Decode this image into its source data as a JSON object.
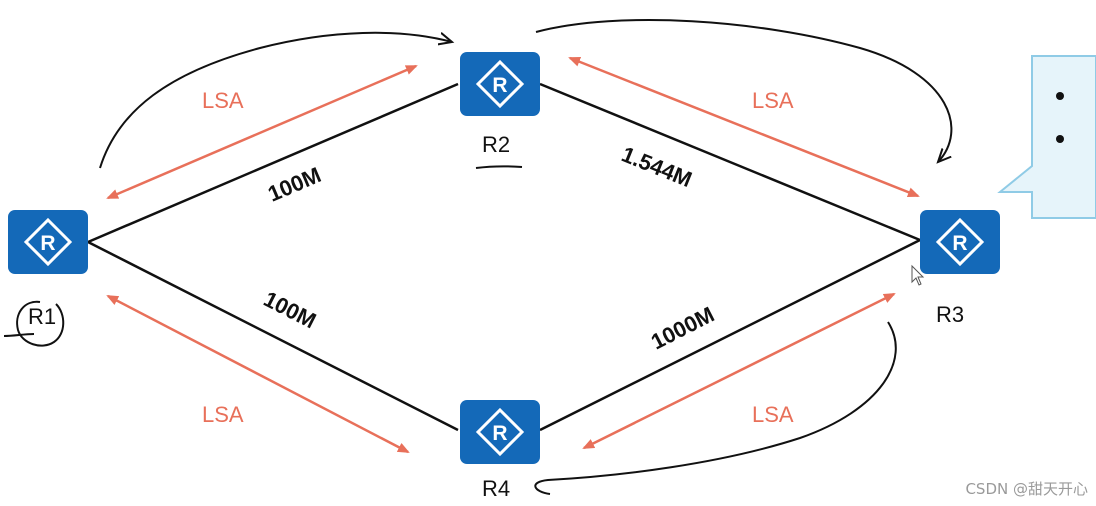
{
  "routers": {
    "r1": {
      "label": "R1"
    },
    "r2": {
      "label": "R2"
    },
    "r3": {
      "label": "R3"
    },
    "r4": {
      "label": "R4"
    }
  },
  "links": {
    "r1_r2": "100M",
    "r2_r3": "1.544M",
    "r1_r4": "100M",
    "r4_r3": "1000M"
  },
  "lsa": {
    "top_left": "LSA",
    "top_right": "LSA",
    "bottom_left": "LSA",
    "bottom_right": "LSA"
  },
  "watermark": "CSDN @甜天开心",
  "colors": {
    "router_fill": "#1469b8",
    "link_line": "#111111",
    "lsa_arrow": "#e8705a",
    "callout_fill": "#e6f4fa",
    "callout_stroke": "#8fcbe6"
  },
  "icons": {
    "router": "router-icon"
  }
}
